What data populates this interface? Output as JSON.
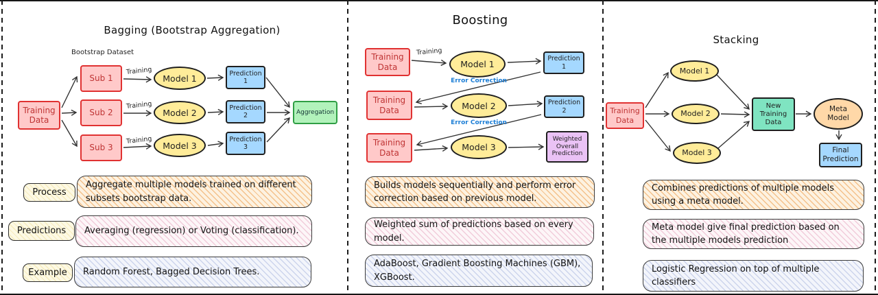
{
  "palette": {
    "pink_fill": "#ffc9c9",
    "pink_stroke": "#e03131",
    "pink_text": "#bf3434",
    "yellow_fill": "#ffec99",
    "blue_fill": "#a5d8ff",
    "green_fill": "#b2f2bb",
    "green_stroke": "#2f9e44",
    "purple_fill": "#eac2f5",
    "teal_fill": "#7fe4c1",
    "orange_fill": "#ffd8a8",
    "error_label_color": "#1c7ed6",
    "ink": "#1e1e1e"
  },
  "bagging": {
    "title": "Bagging (Bootstrap Aggregation)",
    "dataset_label": "Bootstrap Dataset",
    "training_data": "Training\nData",
    "arrow_label": "Training",
    "subs": [
      "Sub 1",
      "Sub 2",
      "Sub 3"
    ],
    "models": [
      "Model 1",
      "Model 2",
      "Model 3"
    ],
    "predictions": [
      "Prediction\n1",
      "Prediction\n2",
      "Prediction\n3"
    ],
    "aggregation": "Aggregation",
    "rows": [
      {
        "label": "Process",
        "text": "Aggregate multiple models trained on different subsets bootstrap data."
      },
      {
        "label": "Predictions",
        "text": "Averaging (regression) or Voting (classification)."
      },
      {
        "label": "Example",
        "text": "Random Forest, Bagged Decision Trees."
      }
    ]
  },
  "boosting": {
    "title": "Boosting",
    "arrow_label": "Training",
    "error_label": "Error Correction",
    "training_data": "Training\nData",
    "models": [
      "Model 1",
      "Model 2",
      "Model 3"
    ],
    "predictions": [
      "Prediction\n1",
      "Prediction\n2",
      "Weighted\nOverall\nPrediction"
    ],
    "rows": [
      {
        "text": "Builds models sequentially and perform error correction based on previous model."
      },
      {
        "text": "Weighted sum of predictions based on every model."
      },
      {
        "text": "AdaBoost, Gradient Boosting Machines (GBM), XGBoost."
      }
    ]
  },
  "stacking": {
    "title": "Stacking",
    "training_data": "Training\nData",
    "models": [
      "Model 1",
      "Model 2",
      "Model 3"
    ],
    "new_training_data": "New\nTraining\nData",
    "meta_model": "Meta\nModel",
    "final_prediction": "Final\nPrediction",
    "rows": [
      {
        "text": "Combines predictions of multiple models using a meta model."
      },
      {
        "text": "Meta model give final prediction based on the multiple models prediction"
      },
      {
        "text": "Logistic Regression on top of multiple classifiers"
      }
    ]
  }
}
